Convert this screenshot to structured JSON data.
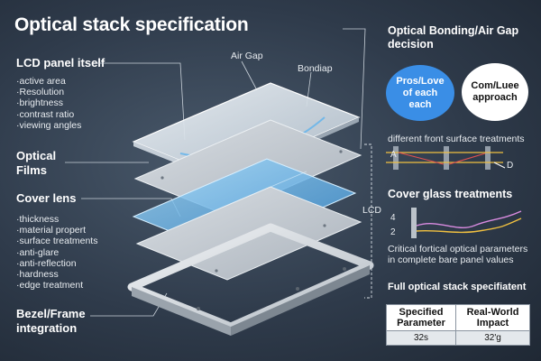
{
  "title": "Optical stack specification",
  "left": {
    "lcd_heading": "LCD panel itself",
    "lcd_items": [
      "active area",
      "Resolution",
      "brightness",
      "contrast ratio",
      "viewing angles"
    ],
    "films_heading_1": "Optical",
    "films_heading_2": "Films",
    "cover_heading": "Cover lens",
    "cover_items": [
      "thickness",
      "material propert",
      "surface treatments",
      "anti-glare",
      "anti-reflection",
      "hardness",
      "edge treatment"
    ],
    "bezel_heading_1": "Bezel/Frame",
    "bezel_heading_2": "integration"
  },
  "diagram": {
    "air_gap_label": "Air Gap",
    "bondiap_label": "Bondiap",
    "lcd_label": "LCD"
  },
  "right": {
    "bonding_heading_1": "Optical Bonding/Air Gap",
    "bonding_heading_2": "decision",
    "pros_circle": [
      "Pros/Love",
      "of each",
      "each"
    ],
    "com_circle": [
      "Com/Luee",
      "approach"
    ],
    "front_surface_label": "different front surface treatments",
    "ad_left": "A",
    "ad_right": "D",
    "cover_glass_heading": "Cover glass treatments",
    "mini_chart_ticks": [
      "4",
      "2"
    ],
    "critical_text_1": "Critical fortical optical parameters",
    "critical_text_2": "in complete bare panel values",
    "full_stack_heading": "Full optical stack specifiatent",
    "table": {
      "col1_1": "Specified",
      "col1_2": "Parameter",
      "col2_1": "Real-World",
      "col2_2": "Impact",
      "row_val_1": "32s",
      "row_val_2": "32'g"
    }
  },
  "colors": {
    "accent_blue": "#2f7fe0",
    "glass_blue": "#6cc0f0",
    "background": "#2f3b4b"
  }
}
